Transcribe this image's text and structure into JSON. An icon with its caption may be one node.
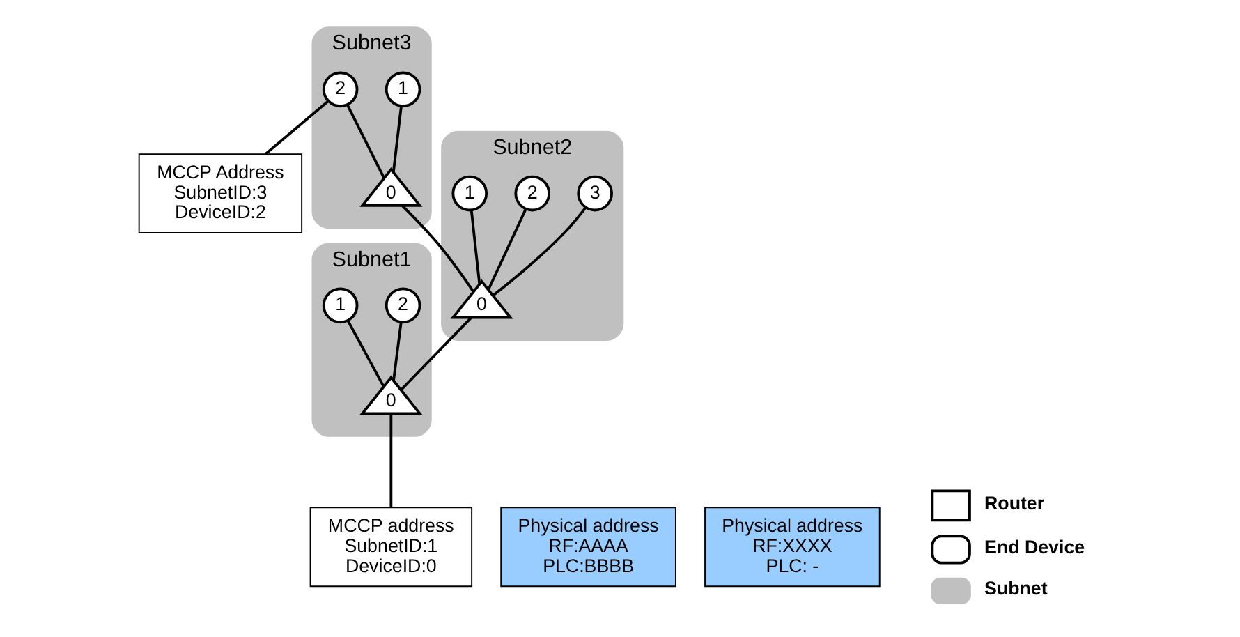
{
  "diagram": {
    "nodes": [
      {
        "text": [
          "Subnet1"
        ]
      },
      {
        "text": [
          "0"
        ],
        "in": 0
      },
      {
        "text": [
          "1"
        ],
        "in": 0
      },
      {
        "text": [
          "2"
        ],
        "in": 0
      },
      {
        "text": [
          "Subnet2"
        ]
      },
      {
        "text": [
          "0"
        ],
        "in": 4
      },
      {
        "text": [
          "1"
        ],
        "in": 4
      },
      {
        "text": [
          "2"
        ],
        "in": 4
      },
      {
        "text": [
          "3"
        ],
        "in": 4
      },
      {
        "text": [
          "Subnet3"
        ]
      },
      {
        "text": [
          "0"
        ],
        "in": 9
      },
      {
        "text": [
          "1"
        ],
        "in": 9
      },
      {
        "text": [
          "2"
        ],
        "in": 9
      },
      {
        "text": [
          "MCCP address",
          "SubnetID:1",
          "DeviceID:0"
        ]
      },
      {
        "text": [
          "Physical address",
          "RF:AAAA",
          "PLC:BBBB"
        ]
      },
      {
        "text": [
          "MCCP Address",
          "SubnetID:3",
          "DeviceID:2"
        ]
      },
      {
        "text": [
          "Physical address",
          "RF:XXXX",
          "PLC: -"
        ]
      }
    ],
    "edges": [
      {
        "from": 1,
        "to": 2,
        "arrow": "none"
      },
      {
        "from": 1,
        "to": 3,
        "arrow": "none"
      },
      {
        "from": 1,
        "to": 5,
        "arrow": "none"
      },
      {
        "from": 5,
        "to": 6,
        "arrow": "none"
      },
      {
        "from": 5,
        "to": 7,
        "arrow": "none"
      },
      {
        "from": 5,
        "to": 8,
        "arrow": "none"
      },
      {
        "from": 5,
        "to": 10,
        "arrow": "none"
      },
      {
        "from": 10,
        "to": 11,
        "arrow": "none"
      },
      {
        "from": 10,
        "to": 12,
        "arrow": "none"
      },
      {
        "from": 13,
        "to": 1,
        "arrow": "none"
      },
      {
        "from": 15,
        "to": 12,
        "arrow": "none"
      }
    ],
    "legend": [
      {
        "text": "Router"
      },
      {
        "text": "End Device"
      },
      {
        "text": "Subnet",
        "color": "#c0c0c0"
      }
    ]
  }
}
